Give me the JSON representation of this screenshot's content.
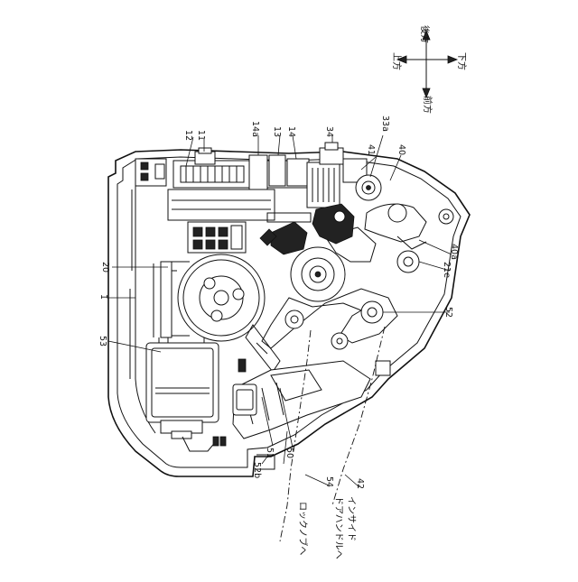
{
  "compass": {
    "up_rear": "上方",
    "rear": "後方",
    "front": "前方",
    "down_front": "下方"
  },
  "refs": {
    "r1": "1",
    "r11": "11",
    "r12": "12",
    "r13": "13",
    "r14": "14",
    "r14a": "14a",
    "r20": "20",
    "r21e": "21e",
    "r33a": "33a",
    "r34": "34",
    "r40": "40",
    "r40a": "40a",
    "r41": "41",
    "r42": "42",
    "r50": "50",
    "r51": "51",
    "r52": "52",
    "r52b": "52b",
    "r53": "53",
    "r54": "54"
  },
  "callouts": {
    "lock_knob": "ロックノブへ",
    "inside_handle_1": "インサイド",
    "inside_handle_2": "ドアハンドルへ"
  }
}
